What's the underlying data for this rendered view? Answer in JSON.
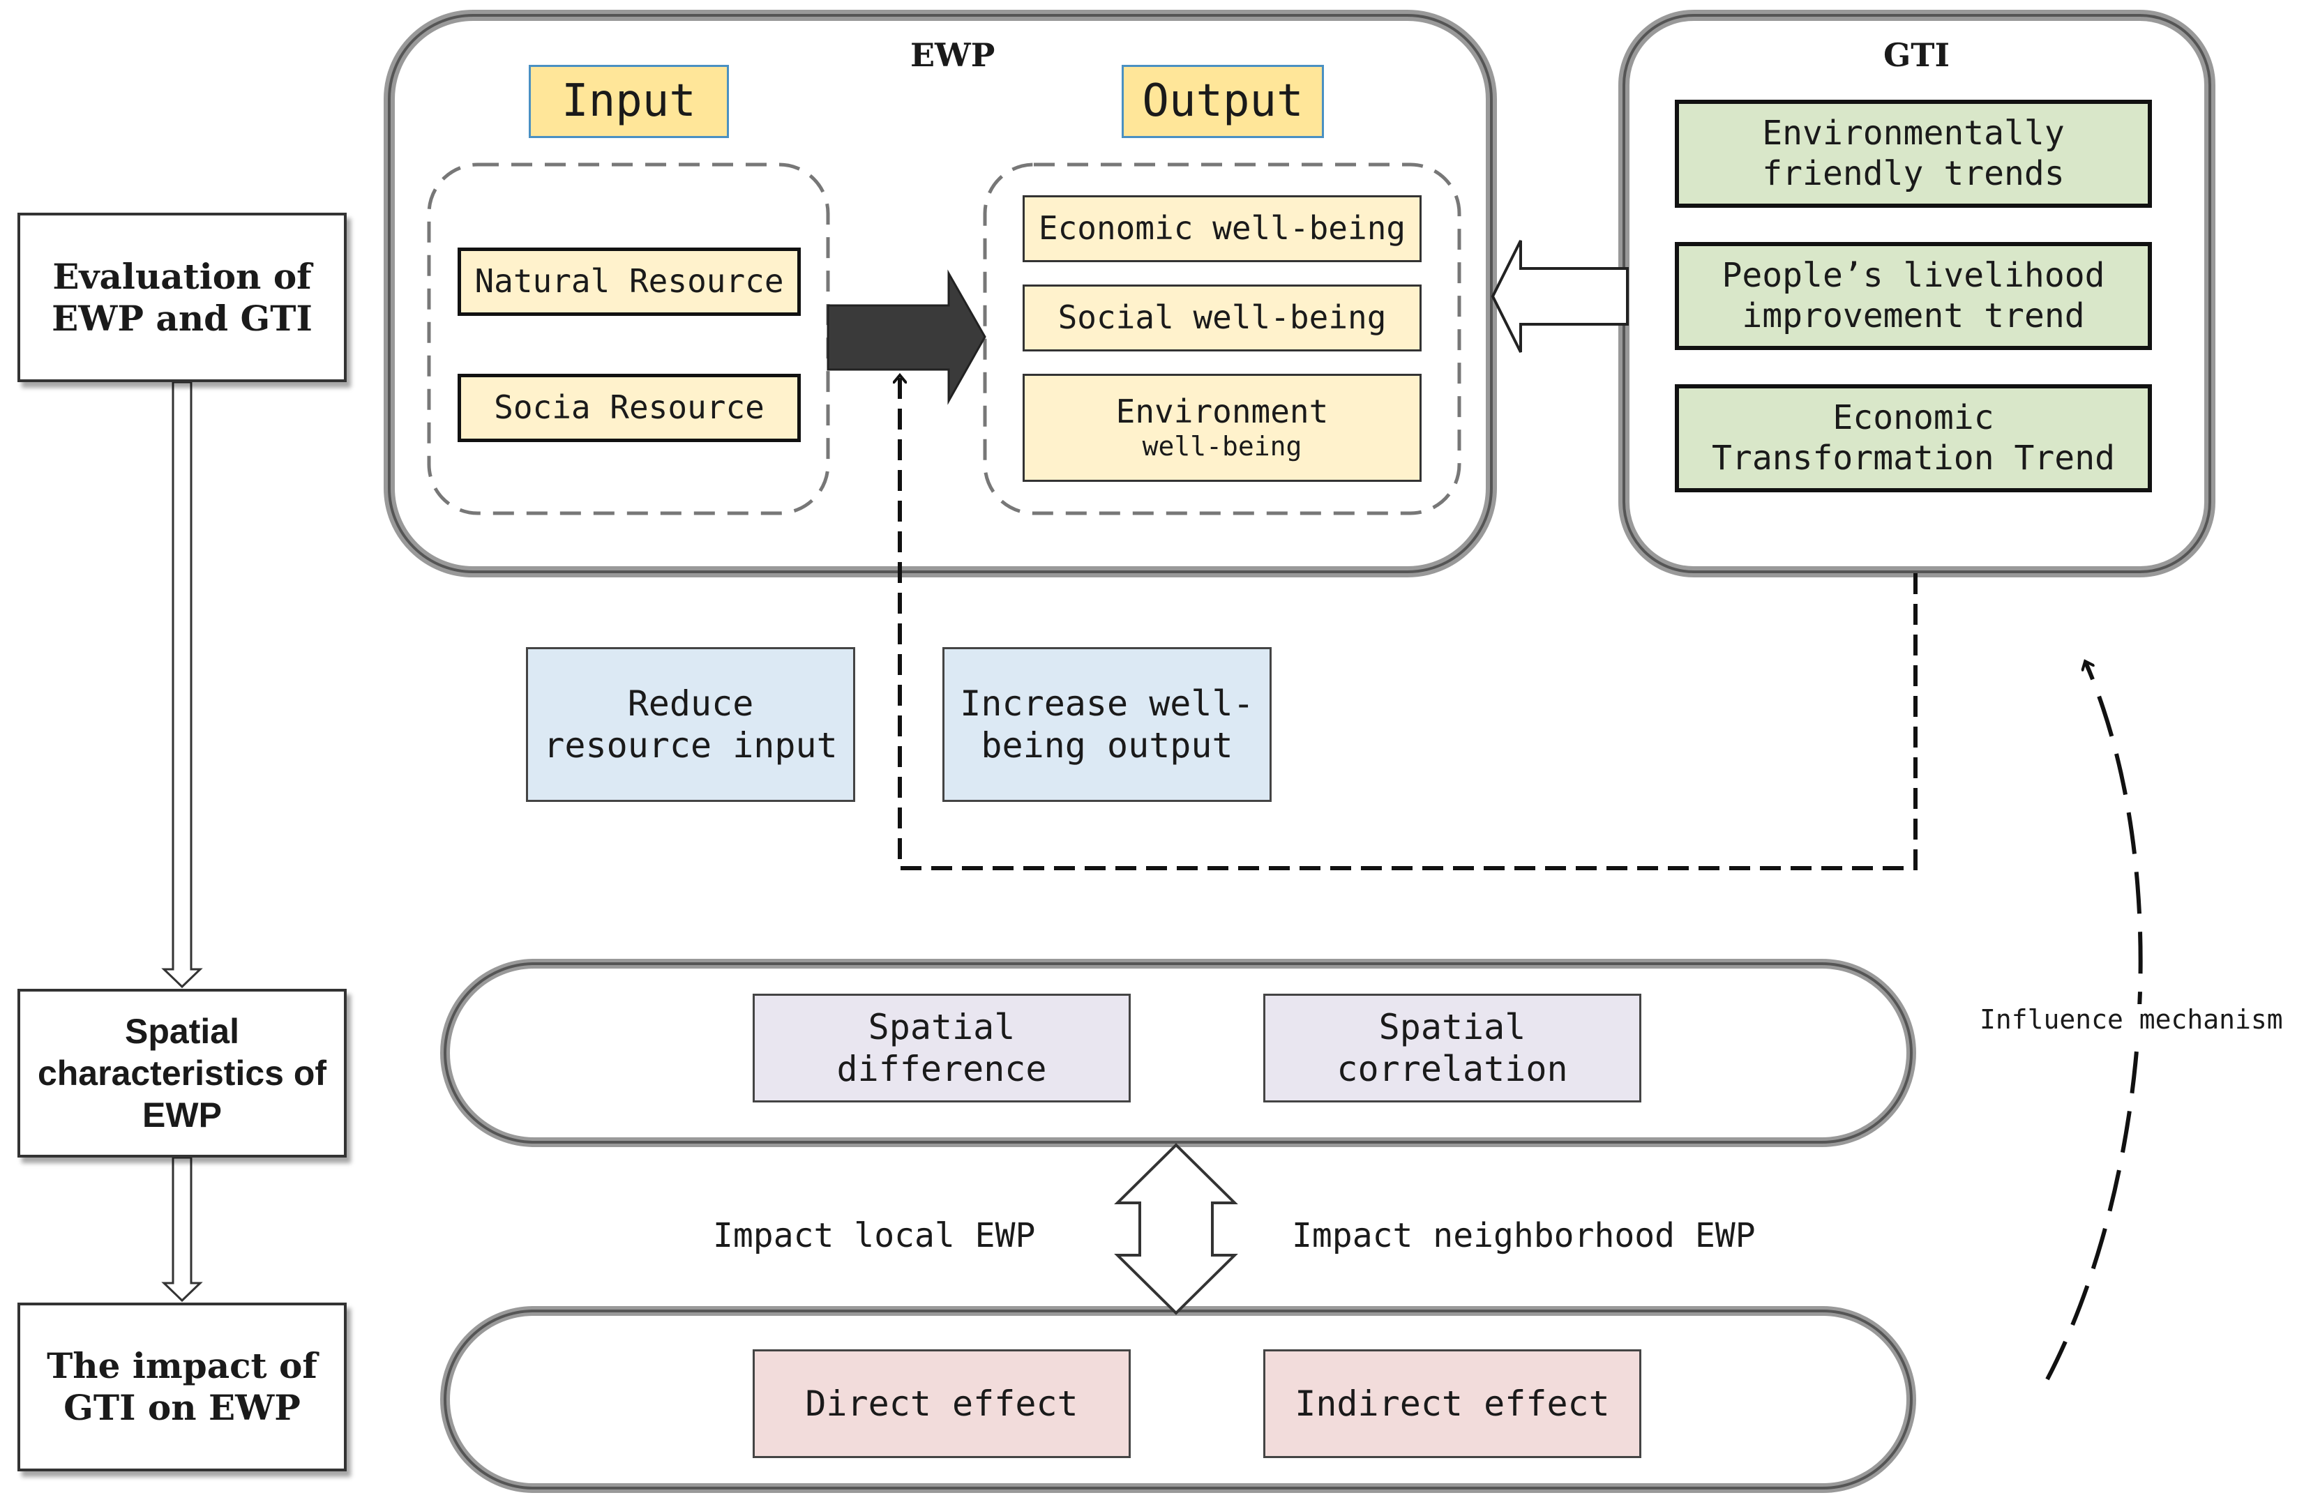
{
  "ewp": {
    "title": "EWP",
    "input_header": "Input",
    "output_header": "Output",
    "inputs": [
      "Natural Resource",
      "Socia Resource"
    ],
    "outputs": {
      "economic": "Economic well-being",
      "social": "Social well-being",
      "environment_line1": "Environment",
      "environment_line2": "well-being"
    }
  },
  "gti": {
    "title": "GTI",
    "items": [
      [
        "Environmentally",
        "friendly trends"
      ],
      [
        "People’s livelihood",
        "improvement trend"
      ],
      [
        "Economic",
        "Transformation Trend"
      ]
    ]
  },
  "left": {
    "evaluation": [
      "Evaluation of",
      "EWP and GTI"
    ],
    "spatial": [
      "Spatial",
      "characteristics of",
      "EWP"
    ],
    "impact": [
      "The impact of",
      "GTI on EWP"
    ]
  },
  "paths": {
    "reduce": [
      "Reduce",
      "resource input"
    ],
    "increase": [
      "Increase well-",
      "being output"
    ]
  },
  "spatial_row": {
    "difference": [
      "Spatial",
      "difference"
    ],
    "correlation": [
      "Spatial",
      "correlation"
    ]
  },
  "effects_row": {
    "direct": "Direct effect",
    "indirect": "Indirect effect"
  },
  "labels": {
    "impact_local": "Impact local EWP",
    "impact_neighborhood": "Impact neighborhood EWP",
    "influence": "Influence mechanism"
  }
}
